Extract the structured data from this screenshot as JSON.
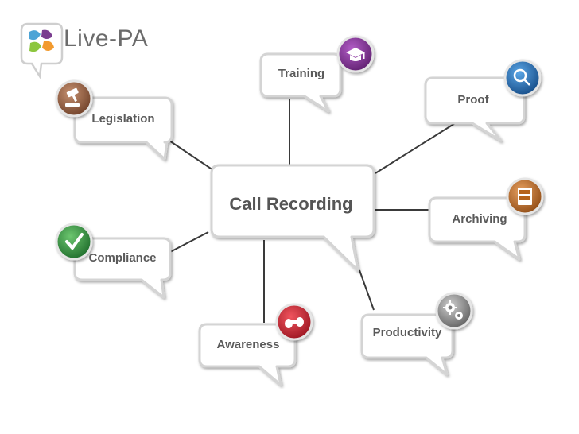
{
  "logo": {
    "text": "Live-PA"
  },
  "center": {
    "label": "Call Recording"
  },
  "topics": {
    "training": {
      "label": "Training",
      "icon": "graduation-cap-icon",
      "color": "#7b2d8e"
    },
    "proof": {
      "label": "Proof",
      "icon": "magnifier-icon",
      "color": "#1f5a9a"
    },
    "legislation": {
      "label": "Legislation",
      "icon": "gavel-icon",
      "color": "#8a5a3c"
    },
    "archiving": {
      "label": "Archiving",
      "icon": "filing-cabinet-icon",
      "color": "#b5641c"
    },
    "compliance": {
      "label": "Compliance",
      "icon": "checkmark-icon",
      "color": "#2e8a3e"
    },
    "awareness": {
      "label": "Awareness",
      "icon": "binoculars-icon",
      "color": "#c8202d"
    },
    "productivity": {
      "label": "Productivity",
      "icon": "gears-icon",
      "color": "#7a7a7a"
    }
  }
}
